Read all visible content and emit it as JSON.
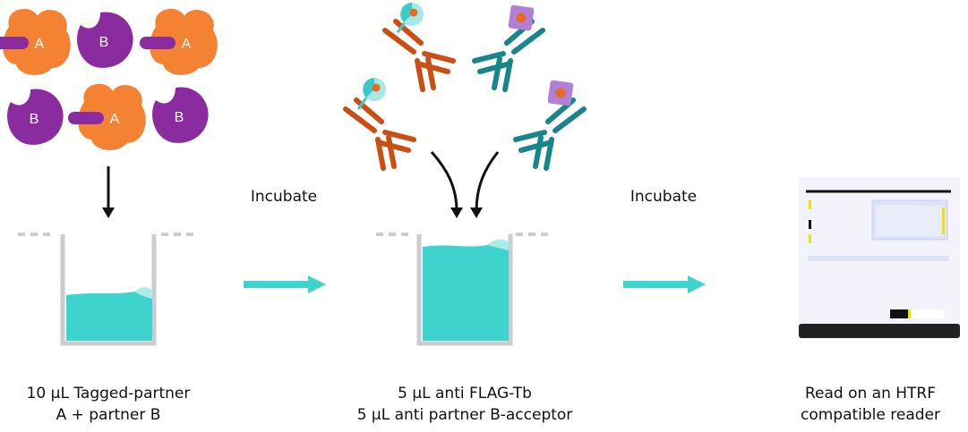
{
  "colors": {
    "orange_protein": "#F58233",
    "purple_protein": "#8A2BA0",
    "tag": "#8A2BA0",
    "orange_antibody": "#C94F14",
    "teal_antibody": "#17868A",
    "donor_light": "#A6E8E8",
    "donor_dark": "#3CC8C8",
    "donor_dot": "#E86A1E",
    "acceptor_square": "#B07FD6",
    "acceptor_dot": "#E86A1E",
    "well_liquid": "#3ED4CD",
    "well_liquid_light": "#A9ECEA",
    "well_wall": "#C9CDD2",
    "arrow_teal": "#3ED4CD",
    "reader_body": "#F3F4FB",
    "reader_base": "#222222",
    "reader_panel": "#DDE3F7",
    "reader_accent": "#F5E100"
  },
  "proteins": {
    "a_label": "A",
    "b_label": "B"
  },
  "steps": {
    "incubate_1": "Incubate",
    "incubate_2": "Incubate"
  },
  "captions": {
    "step1_line1": "10 µL Tagged-partner",
    "step1_line2": "A + partner B",
    "step2_line1": "5 µL anti FLAG-Tb",
    "step2_line2": "5 µL anti partner B-acceptor",
    "step3_line1": "Read on an HTRF",
    "step3_line2": "compatible reader"
  },
  "icons": {
    "protein_a": "protein-a-icon",
    "protein_b": "protein-b-icon",
    "antibody_donor": "antibody-donor-icon",
    "antibody_acceptor": "antibody-acceptor-icon",
    "well": "microplate-well-icon",
    "reader": "htrf-reader-icon"
  }
}
